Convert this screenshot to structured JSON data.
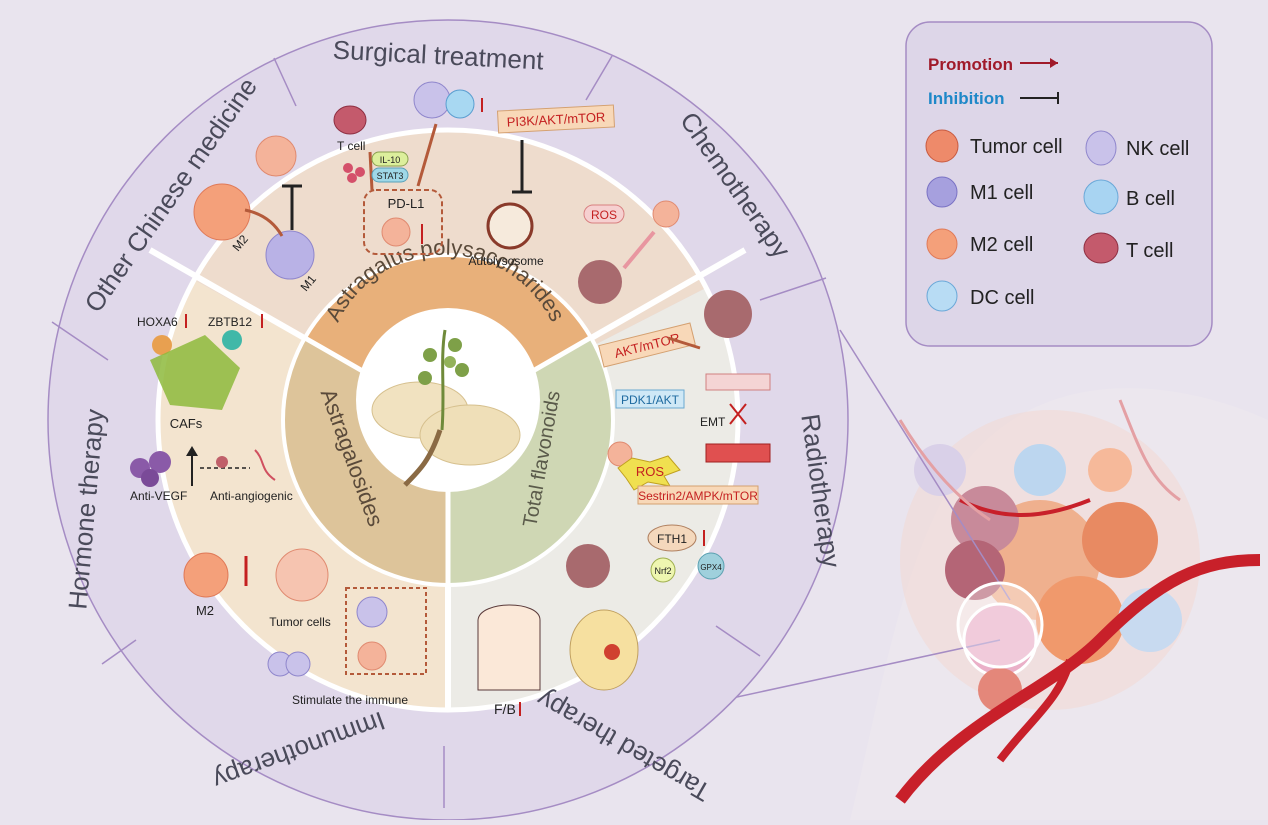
{
  "outer_ring": {
    "surgical": "Surgical treatment",
    "chemo": "Chemotherapy",
    "radio": "Radiotherapy",
    "targeted": "Targeted therapy",
    "immuno": "Immunotherapy",
    "hormone": "Hormone therapy",
    "other_tcm": "Other Chinese medicine"
  },
  "inner_ring": {
    "aps": "Astragalus polysaccharides",
    "astragalosides": "Astragalosides",
    "flavonoids": "Total flavonoids"
  },
  "top_panel": {
    "m2": "M2",
    "m1": "M1",
    "tcell": "T cell",
    "il10": "IL-10",
    "stat3": "STAT3",
    "pdl1": "PD-L1",
    "pathway": "PI3K/AKT/mTOR",
    "autolysosome": "Autolysosome",
    "ros": "ROS"
  },
  "left_panel": {
    "hoxa6": "HOXA6",
    "zbtb12": "ZBTB12",
    "cafs": "CAFs",
    "anti_vegf": "Anti-VEGF",
    "anti_angio": "Anti-angiogenic",
    "m2": "M2",
    "tumor_cells": "Tumor cells",
    "stimulate": "Stimulate the immune"
  },
  "right_panel": {
    "akt_mtor": "AKT/mTOR",
    "pdk1": "PDK1/AKT",
    "emt": "EMT",
    "ros": "ROS",
    "sestrin": "Sestrin2/AMPK/mTOR",
    "fth1": "FTH1",
    "nrf2": "Nrf2",
    "gpx4": "GPX4",
    "fb": "F/B"
  },
  "legend": {
    "promotion": "Promotion",
    "inhibition": "Inhibition",
    "tumor": "Tumor cell",
    "nk": "NK cell",
    "m1": "M1 cell",
    "b": "B cell",
    "m2": "M2 cell",
    "t": "T cell",
    "dc": "DC cell"
  },
  "colors": {
    "promotion": "#a01a2a",
    "inhibition": "#1e88c8",
    "top_panel": "#eedccd",
    "left_panel": "#f3e4cf",
    "right_panel": "#ecebe6",
    "ring_outer": "#d8cfe4",
    "aps_band": "#e8b07a",
    "astra_band": "#ddc49a",
    "flav_band": "#cfd7b4"
  }
}
